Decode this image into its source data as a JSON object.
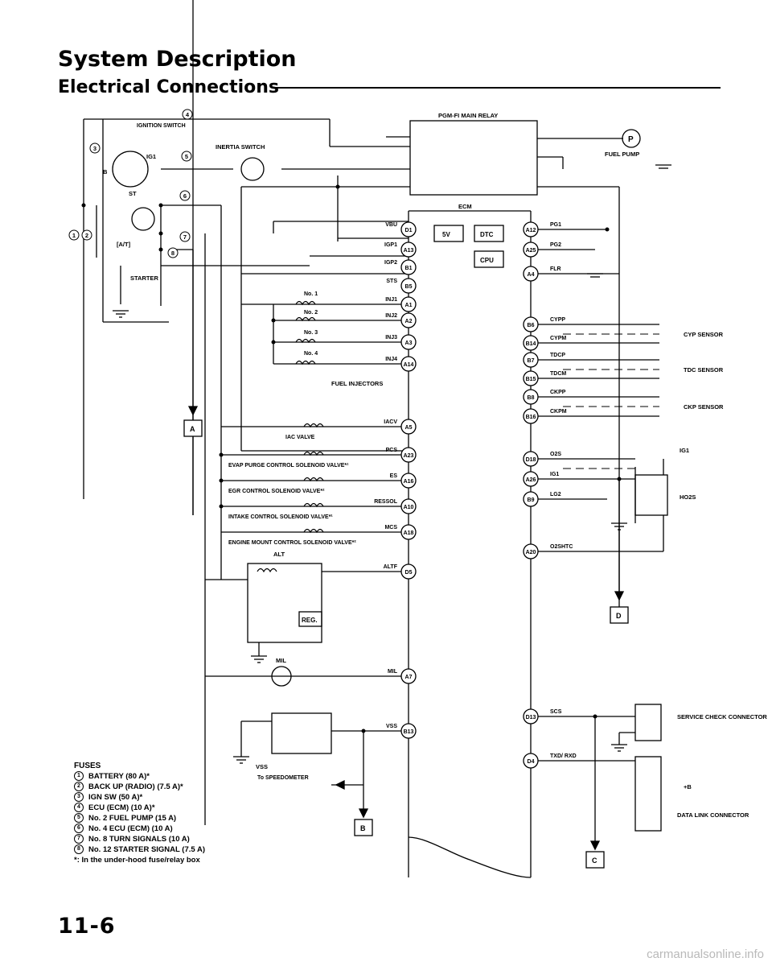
{
  "page": {
    "title": "System Description",
    "subtitle": "Electrical Connections",
    "page_number": "11-6",
    "watermark": "carmanualsonline.info"
  },
  "diagram": {
    "main_relay": "PGM-FI MAIN RELAY",
    "fuel_pump": "FUEL PUMP",
    "fuel_pump_symbol": "P",
    "ignition_switch": "IGNITION\nSWITCH",
    "ig1": "IG1",
    "b": "B",
    "st": "ST",
    "at": "[A/T]",
    "starter": "STARTER",
    "inertia_switch": "INERTIA SWITCH",
    "ecm": "ECM",
    "five_v": "5V",
    "dtc": "DTC",
    "cpu": "CPU",
    "injectors": [
      "No. 1",
      "No. 2",
      "No. 3",
      "No. 4"
    ],
    "fuel_injectors": "FUEL INJECTORS",
    "iac_valve": "IAC VALVE",
    "evap": "EVAP PURGE CONTROL SOLENOID VALVE*¹",
    "egr": "EGR CONTROL SOLENOID VALVE*²",
    "intake": "INTAKE CONTROL SOLENOID VALVE*¹",
    "engine_mount": "ENGINE MOUNT CONTROL SOLENOID VALVE*²",
    "alt": "ALT",
    "reg": "REG.",
    "mil": "MIL",
    "vss": "VSS",
    "to_speedometer": "To\nSPEEDOMETER",
    "cyp_sensor": "CYP\nSENSOR",
    "tdc_sensor": "TDC\nSENSOR",
    "ckp_sensor": "CKP\nSENSOR",
    "ho2s": "HO2S",
    "service_check": "SERVICE\nCHECK\nCONNECTOR",
    "data_link": "DATA LINK\nCONNECTOR",
    "plus_b": "+B",
    "box_a": "A",
    "box_b": "B",
    "box_c": "C",
    "box_d": "D",
    "fuse_circles": [
      "1",
      "2",
      "3",
      "4",
      "5",
      "6",
      "7",
      "8"
    ]
  },
  "ecm_left_signals": [
    {
      "signal": "VBU",
      "pin": "D1"
    },
    {
      "signal": "IGP1",
      "pin": "A13"
    },
    {
      "signal": "IGP2",
      "pin": "B1"
    },
    {
      "signal": "STS",
      "pin": "B5"
    },
    {
      "signal": "INJ1",
      "pin": "A1"
    },
    {
      "signal": "INJ2",
      "pin": "A2"
    },
    {
      "signal": "INJ3",
      "pin": "A3"
    },
    {
      "signal": "INJ4",
      "pin": "A14"
    },
    {
      "signal": "IACV",
      "pin": "A5"
    },
    {
      "signal": "PCS",
      "pin": "A23"
    },
    {
      "signal": "ES",
      "pin": "A16"
    },
    {
      "signal": "RESSOL",
      "pin": "A10"
    },
    {
      "signal": "MCS",
      "pin": "A18"
    },
    {
      "signal": "ALTF",
      "pin": "D5"
    },
    {
      "signal": "MIL",
      "pin": "A7"
    },
    {
      "signal": "VSS",
      "pin": "B13"
    }
  ],
  "ecm_right_signals": [
    {
      "signal": "PG1",
      "pin": "A12"
    },
    {
      "signal": "PG2",
      "pin": "A25"
    },
    {
      "signal": "FLR",
      "pin": "A4"
    },
    {
      "signal": "CYPP",
      "pin": "B6"
    },
    {
      "signal": "CYPM",
      "pin": "B14"
    },
    {
      "signal": "TDCP",
      "pin": "B7"
    },
    {
      "signal": "TDCM",
      "pin": "B15"
    },
    {
      "signal": "CKPP",
      "pin": "B8"
    },
    {
      "signal": "CKPM",
      "pin": "B16"
    },
    {
      "signal": "O2S",
      "pin": "D18"
    },
    {
      "signal": "IG1",
      "pin": "A26"
    },
    {
      "signal": "LG2",
      "pin": "B9"
    },
    {
      "signal": "O2SHTC",
      "pin": "A20"
    },
    {
      "signal": "SCS",
      "pin": "D13"
    },
    {
      "signal": "TXD/\nRXD",
      "pin": "D4"
    }
  ],
  "fuses": {
    "heading": "FUSES",
    "items": [
      "BATTERY (80 A)*",
      "BACK UP (RADIO) (7.5 A)*",
      "IGN SW (50 A)*",
      "ECU (ECM) (10 A)*",
      "No. 2 FUEL PUMP (15 A)",
      "No. 4 ECU (ECM) (10 A)",
      "No. 8 TURN SIGNALS (10 A)",
      "No. 12 STARTER SIGNAL (7.5 A)"
    ],
    "footnote": "*: In the under-hood fuse/relay box"
  }
}
